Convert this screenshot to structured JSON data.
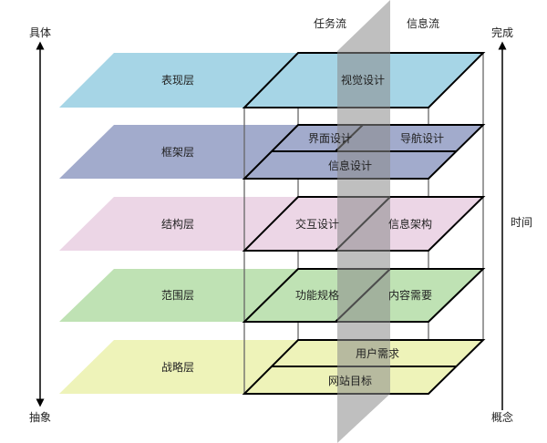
{
  "axes": {
    "left": {
      "top_label": "具体",
      "bottom_label": "抽象"
    },
    "right": {
      "top_label": "完成",
      "bottom_label": "概念",
      "middle_label": "时间"
    }
  },
  "flows": {
    "task_flow": "任务流",
    "info_flow": "信息流"
  },
  "layers": [
    {
      "name": "表现层",
      "color": "#a6d5e6",
      "cells": [
        "视觉设计"
      ]
    },
    {
      "name": "框架层",
      "color": "#a2abcc",
      "cells": [
        "界面设计",
        "导航设计",
        "信息设计"
      ]
    },
    {
      "name": "结构层",
      "color": "#ecd6e6",
      "cells": [
        "交互设计",
        "信息架构"
      ]
    },
    {
      "name": "范围层",
      "color": "#bfe2b4",
      "cells": [
        "功能规格",
        "内容需要"
      ]
    },
    {
      "name": "战略层",
      "color": "#eef3b9",
      "cells": [
        "用户需求",
        "网站目标"
      ]
    }
  ],
  "colors": {
    "plane": "#b3b3b3",
    "outline": "#000000",
    "box_edge": "#666666"
  }
}
